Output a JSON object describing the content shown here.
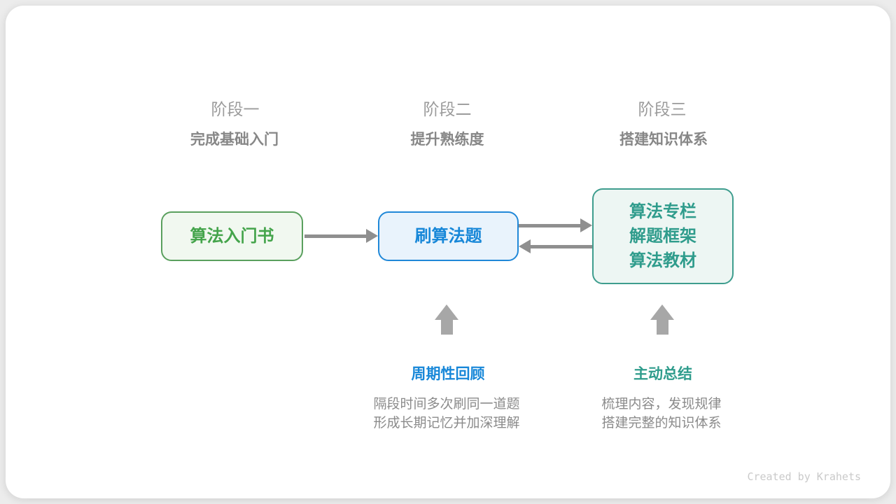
{
  "colors": {
    "page_background": "#ececec",
    "card_background": "#ffffff",
    "stage_label_gray": "#9b9b9b",
    "stage_subtitle_gray": "#878787",
    "connector_arrow_gray": "#8f8f8f",
    "block_arrow_gray": "#a7a7a7",
    "description_gray": "#8b8b8b",
    "green_accent": "#44a44b",
    "blue_accent": "#1787d8",
    "teal_accent": "#2f9c8c",
    "footer_gray": "#cacaca"
  },
  "stages": [
    {
      "label": "阶段一",
      "subtitle": "完成基础入门"
    },
    {
      "label": "阶段二",
      "subtitle": "提升熟练度"
    },
    {
      "label": "阶段三",
      "subtitle": "搭建知识体系"
    }
  ],
  "nodes": [
    {
      "lines": [
        "算法入门书"
      ],
      "accent": "#44a44b"
    },
    {
      "lines": [
        "刷算法题"
      ],
      "accent": "#1787d8"
    },
    {
      "lines": [
        "算法专栏",
        "解题框架",
        "算法教材"
      ],
      "accent": "#2f9c8c"
    }
  ],
  "connections": [
    {
      "from": "算法入门书",
      "to": "刷算法题",
      "direction": "right"
    },
    {
      "from": "刷算法题",
      "to": "算法专栏/解题框架/算法教材",
      "direction": "right"
    },
    {
      "from": "算法专栏/解题框架/算法教材",
      "to": "刷算法题",
      "direction": "left"
    }
  ],
  "annotations": [
    {
      "title": "周期性回顾",
      "lines": [
        "隔段时间多次刷同一道题",
        "形成长期记忆并加深理解"
      ]
    },
    {
      "title": "主动总结",
      "lines": [
        "梳理内容，发现规律",
        "搭建完整的知识体系"
      ]
    }
  ],
  "footer": {
    "credit": "Created by Krahets"
  }
}
